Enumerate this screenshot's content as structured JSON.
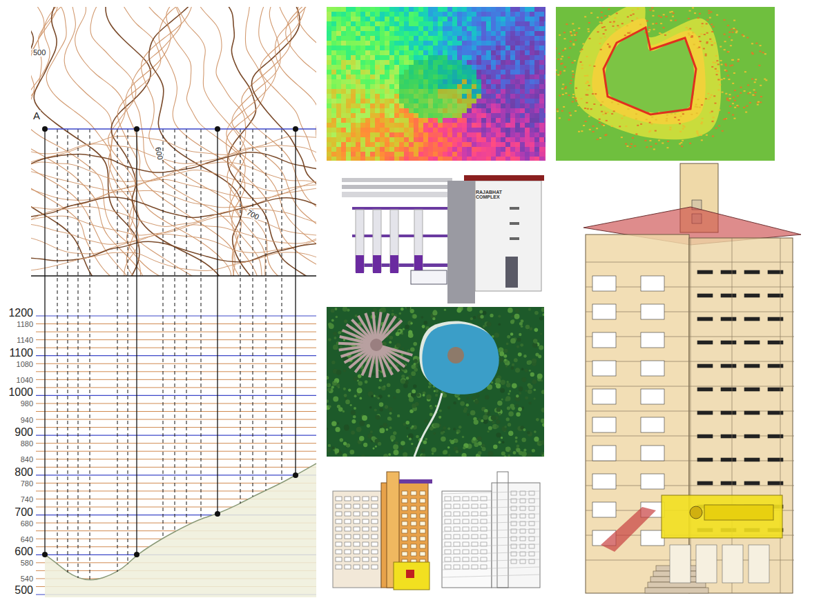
{
  "diagram": {
    "labels": [
      "500",
      "A",
      "600",
      "700",
      "1200",
      "1180",
      "1140",
      "1100",
      "1080",
      "1040",
      "1000",
      "980",
      "940",
      "900",
      "880",
      "840",
      "800",
      "780",
      "740",
      "700",
      "680",
      "640",
      "600",
      "580",
      "540",
      "500",
      "RAJABHAT COMPLEX"
    ]
  }
}
